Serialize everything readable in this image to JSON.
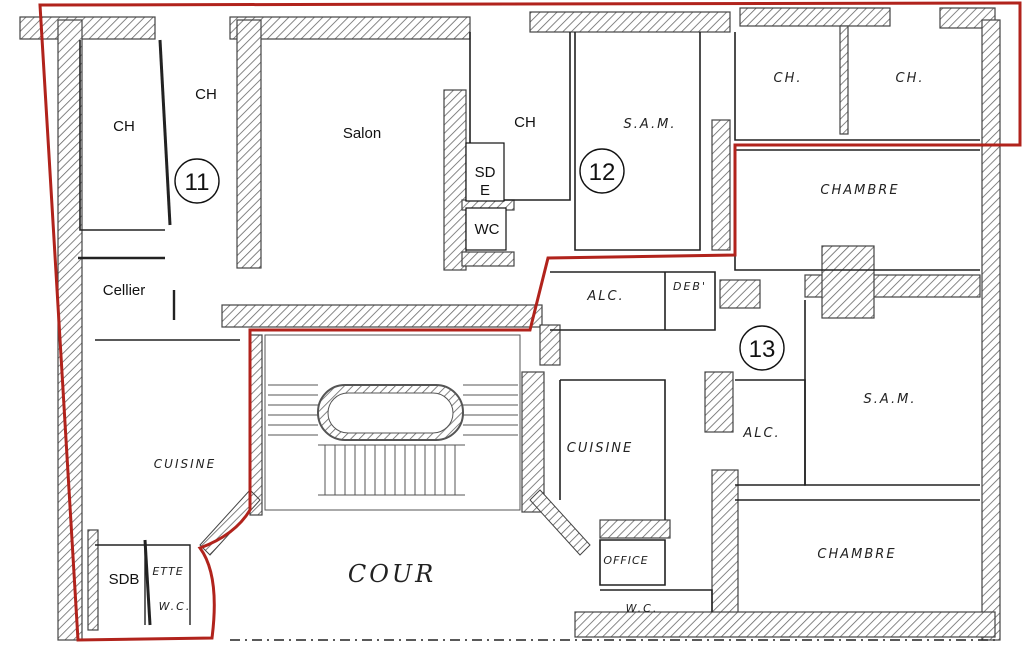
{
  "labels": {
    "ch_left_a": "CH",
    "ch_left_b": "CH",
    "salon": "Salon",
    "ch_mid": "CH",
    "sde": "SD",
    "sde_2": "E",
    "wc_typed": "WC",
    "cellier": "Cellier",
    "sdb": "SDB",
    "sam_top": "S.A.M.",
    "ch_right_a": "CH.",
    "ch_right_b": "CH.",
    "chambre_top": "CHAMBRE",
    "alc_top": "ALC.",
    "deb": "DEB'",
    "cuisine_left": "CUISINE",
    "cuisine_mid": "CUISINE",
    "alc_mid": "ALC.",
    "sam_right": "S.A.M.",
    "chambre_bottom": "CHAMBRE",
    "office": "OFFICE",
    "wc_hand_left": "W.C.",
    "wc_hand_bottom": "W.C.",
    "ette": "ETTE",
    "cour": "COUR"
  },
  "units": [
    "11",
    "12",
    "13"
  ],
  "colors": {
    "outline": "#b1231c",
    "wall": "#444444",
    "hatch": "#777777",
    "line": "#222222"
  }
}
